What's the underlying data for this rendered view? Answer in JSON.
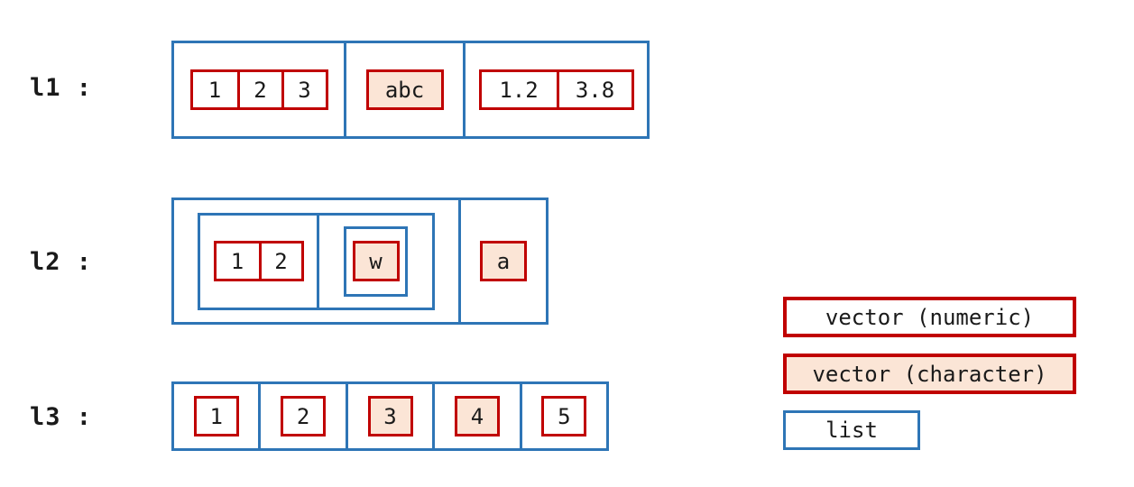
{
  "colors": {
    "list_border": "#2E75B6",
    "vector_border": "#C00000",
    "character_fill": "#FBE5D6",
    "numeric_fill": "#FFFFFF",
    "text": "#1A1A1A"
  },
  "diagram": {
    "rows": [
      {
        "label": "l1 :",
        "elements": [
          {
            "type": "vector-numeric",
            "values": [
              "1",
              "2",
              "3"
            ]
          },
          {
            "type": "vector-character",
            "values": [
              "abc"
            ]
          },
          {
            "type": "vector-numeric",
            "values": [
              "1.2",
              "3.8"
            ]
          }
        ]
      },
      {
        "label": "l2 :",
        "elements": [
          {
            "type": "list",
            "elements": [
              {
                "type": "vector-numeric",
                "values": [
                  "1",
                  "2"
                ]
              },
              {
                "type": "list",
                "elements": [
                  {
                    "type": "vector-character",
                    "values": [
                      "w"
                    ]
                  }
                ]
              }
            ]
          },
          {
            "type": "vector-character",
            "values": [
              "a"
            ]
          }
        ]
      },
      {
        "label": "l3 :",
        "elements": [
          {
            "type": "vector-numeric",
            "values": [
              "1"
            ]
          },
          {
            "type": "vector-numeric",
            "values": [
              "2"
            ]
          },
          {
            "type": "vector-character",
            "values": [
              "3"
            ]
          },
          {
            "type": "vector-character",
            "values": [
              "4"
            ]
          },
          {
            "type": "vector-numeric",
            "values": [
              "5"
            ]
          }
        ]
      }
    ]
  },
  "legend": {
    "items": [
      {
        "label": "vector (numeric)",
        "style": "numeric"
      },
      {
        "label": "vector (character)",
        "style": "character"
      },
      {
        "label": "list",
        "style": "list"
      }
    ]
  }
}
